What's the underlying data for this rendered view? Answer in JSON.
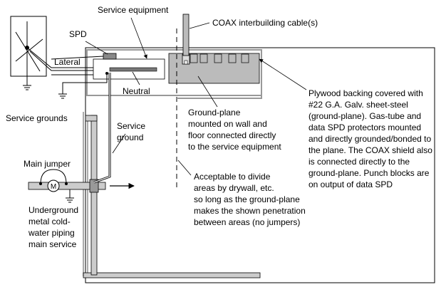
{
  "labels": {
    "service_equipment": "Service equipment",
    "coax": "COAX interbuilding cable(s)",
    "spd": "SPD",
    "lateral": "Lateral",
    "neutral": "Neutral",
    "service_grounds": "Service grounds",
    "service_ground": [
      "Service",
      "ground"
    ],
    "main_jumper": "Main jumper",
    "meter": "M",
    "ground_plane": [
      "Ground-plane",
      "mounted on wall and",
      "floor connected directly",
      "to the service equipment"
    ],
    "acceptable": [
      "Acceptable to divide",
      "areas by drywall, etc.",
      "so long as the ground-plane",
      "makes the shown penetration",
      "between areas (no jumpers)"
    ],
    "plywood": [
      "Plywood backing covered with",
      "#22 G.A. Galv. sheet-steel",
      "(ground-plane).  Gas-tube and",
      "data SPD protectors mounted",
      "and directly grounded/bonded to",
      "the plane.  The COAX shield also",
      "is connected directly to the",
      "ground-plane.  Punch blocks are",
      "on output of data SPD"
    ],
    "underground": [
      "Underground",
      "metal cold-",
      "water piping",
      "main service"
    ]
  }
}
